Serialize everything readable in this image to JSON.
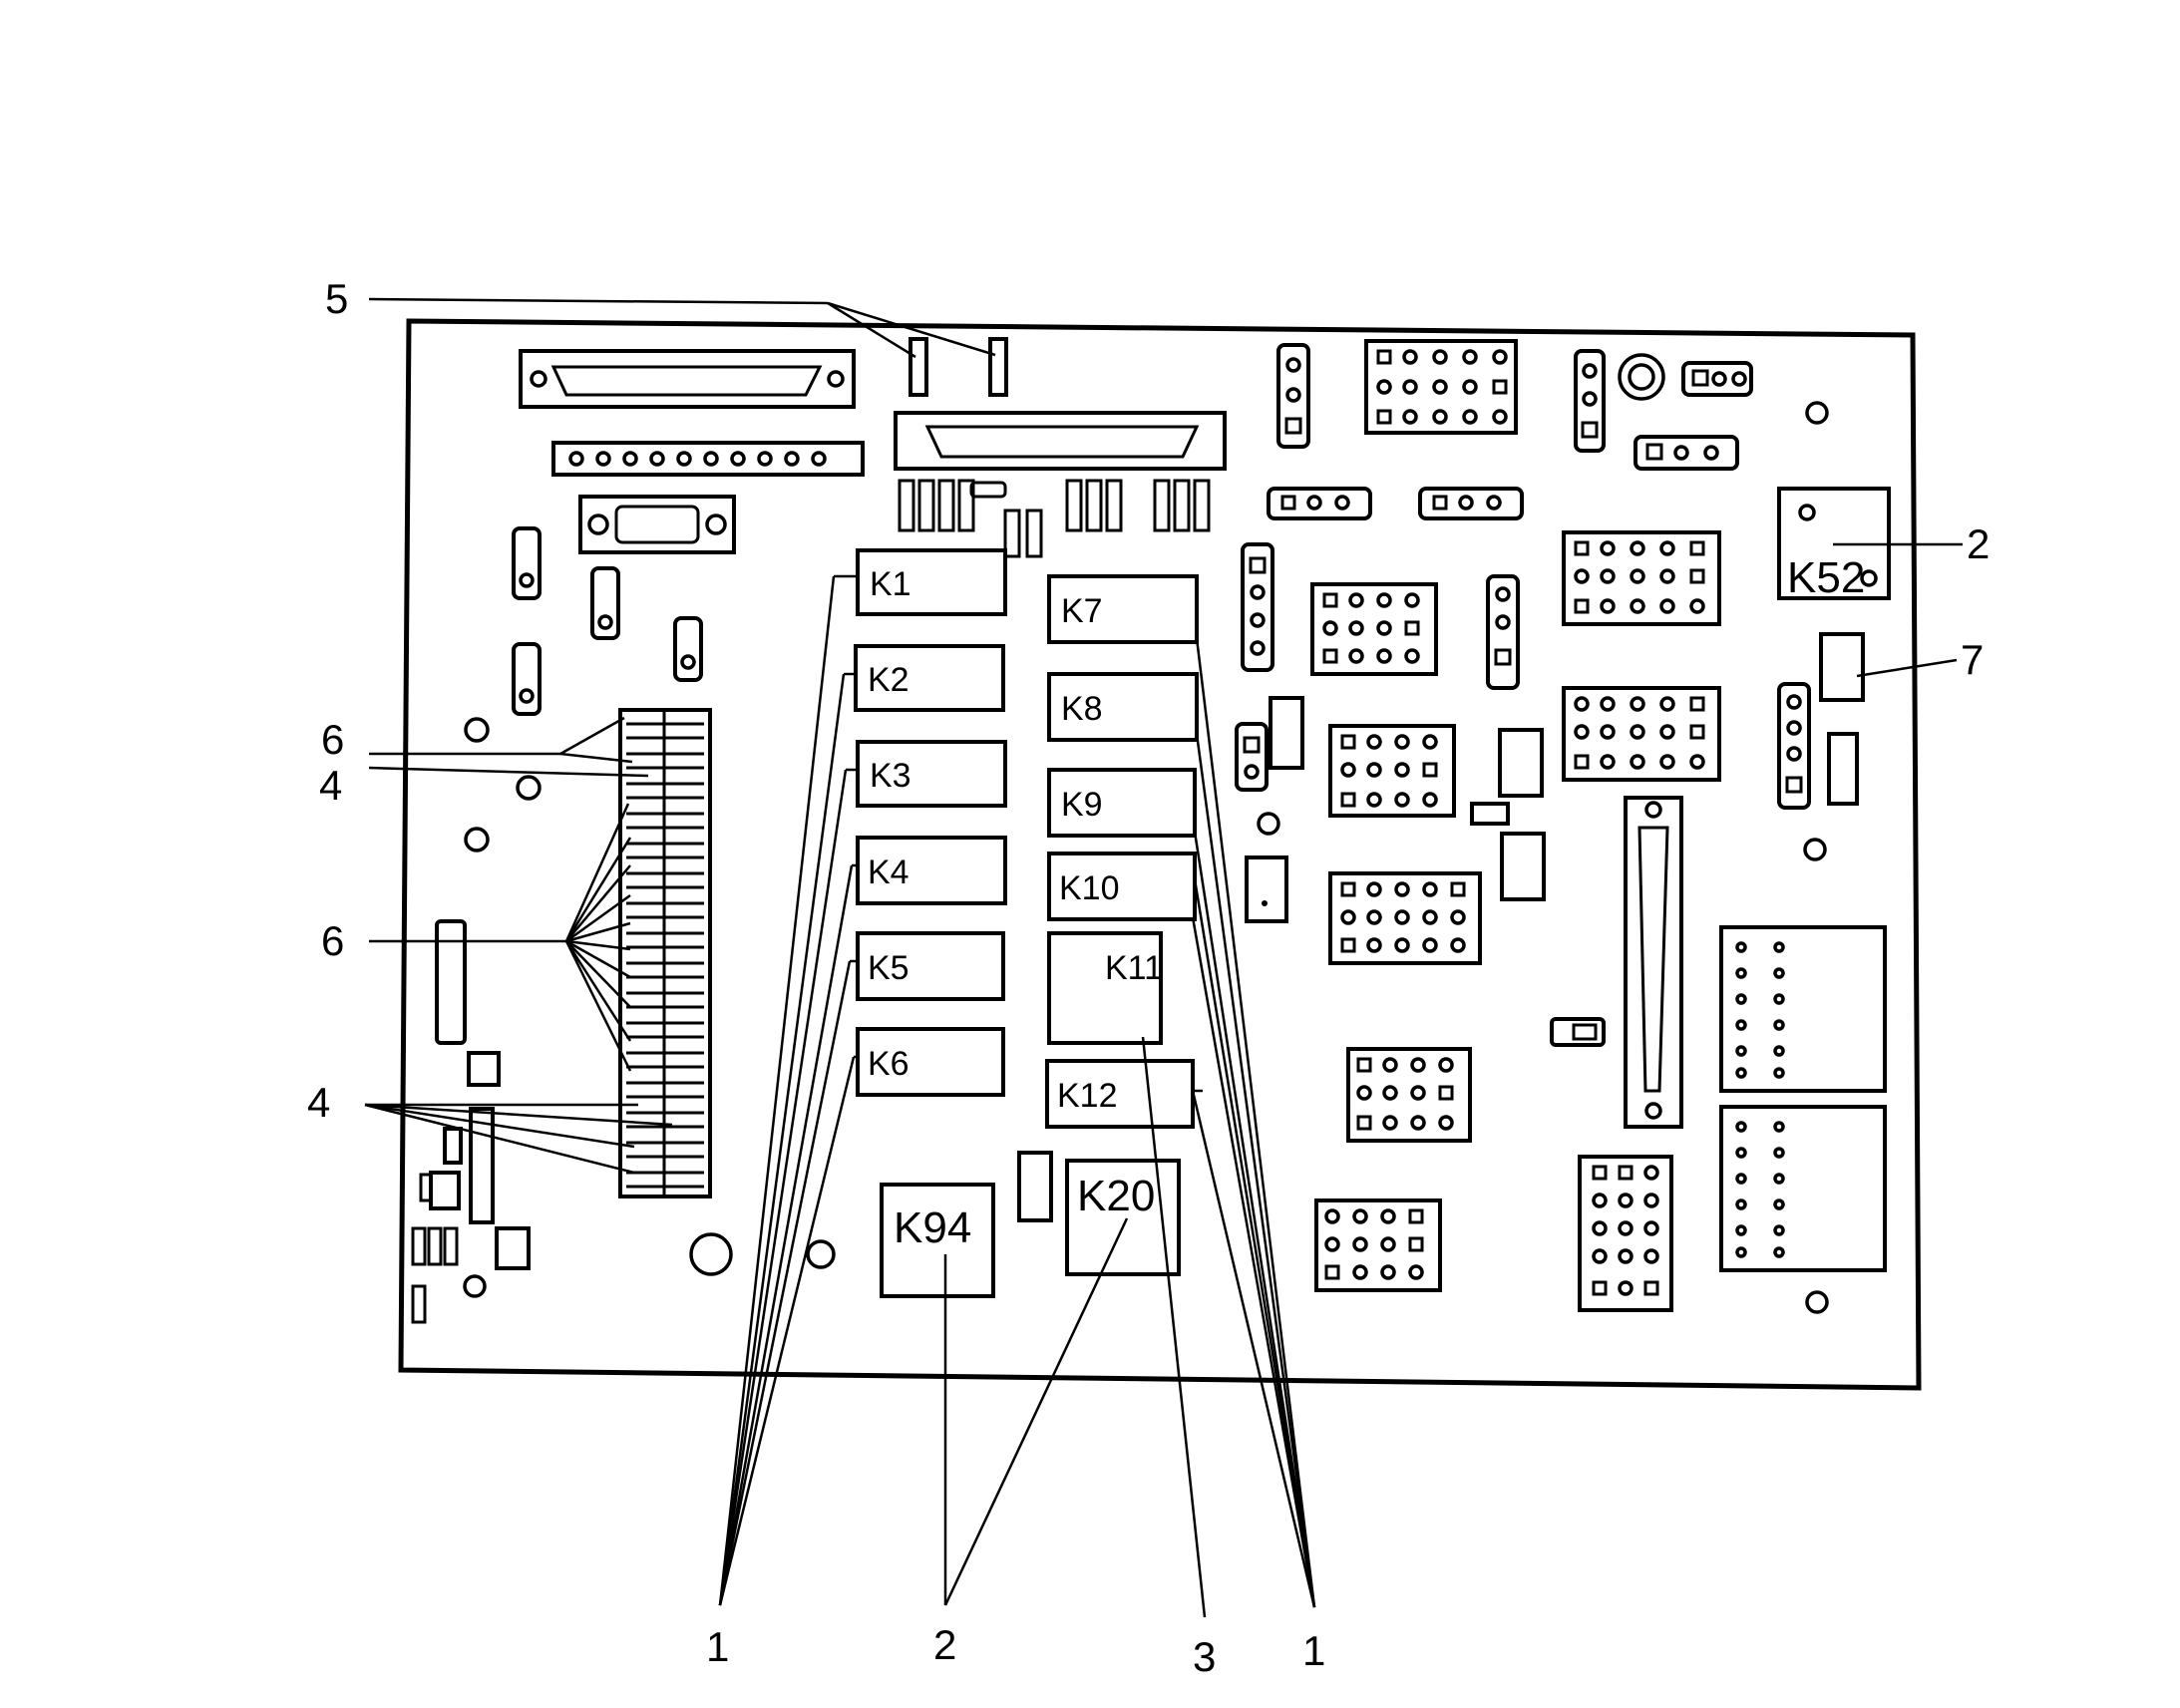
{
  "relays": [
    {
      "id": "k1",
      "label": "K1"
    },
    {
      "id": "k2",
      "label": "K2"
    },
    {
      "id": "k3",
      "label": "K3"
    },
    {
      "id": "k4",
      "label": "K4"
    },
    {
      "id": "k5",
      "label": "K5"
    },
    {
      "id": "k6",
      "label": "K6"
    },
    {
      "id": "k7",
      "label": "K7"
    },
    {
      "id": "k8",
      "label": "K8"
    },
    {
      "id": "k9",
      "label": "K9"
    },
    {
      "id": "k10",
      "label": "K10"
    },
    {
      "id": "k11",
      "label": "K11"
    },
    {
      "id": "k12",
      "label": "K12"
    },
    {
      "id": "k20",
      "label": "K20"
    },
    {
      "id": "k94",
      "label": "K94"
    },
    {
      "id": "k52",
      "label": "K52"
    }
  ],
  "callouts": [
    {
      "id": "c5-top",
      "label": "5"
    },
    {
      "id": "c2-right",
      "label": "2"
    },
    {
      "id": "c7-right",
      "label": "7"
    },
    {
      "id": "c6-upper",
      "label": "6"
    },
    {
      "id": "c4-upper",
      "label": "4"
    },
    {
      "id": "c6-middle",
      "label": "6"
    },
    {
      "id": "c4-lower",
      "label": "4"
    },
    {
      "id": "c1-left",
      "label": "1"
    },
    {
      "id": "c2-bottom",
      "label": "2"
    },
    {
      "id": "c3-bottom",
      "label": "3"
    },
    {
      "id": "c1-right",
      "label": "1"
    }
  ]
}
